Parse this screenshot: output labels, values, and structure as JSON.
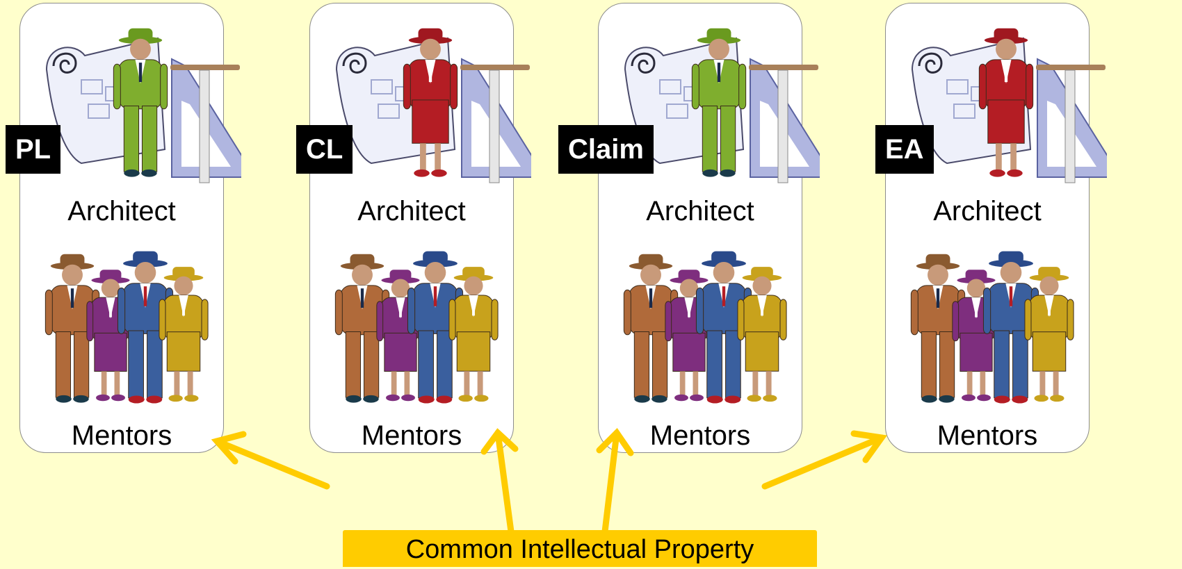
{
  "cards": [
    {
      "tag": "PL",
      "architect_label": "Architect",
      "mentors_label": "Mentors",
      "architect_suit": "#7fae2e",
      "architect_hat": "#6a9a1f"
    },
    {
      "tag": "CL",
      "architect_label": "Architect",
      "mentors_label": "Mentors",
      "architect_suit": "#b41d24",
      "architect_hat": "#a01820"
    },
    {
      "tag": "Claim",
      "architect_label": "Architect",
      "mentors_label": "Mentors",
      "architect_suit": "#7fae2e",
      "architect_hat": "#6a9a1f"
    },
    {
      "tag": "EA",
      "architect_label": "Architect",
      "mentors_label": "Mentors",
      "architect_suit": "#b41d24",
      "architect_hat": "#a01820"
    }
  ],
  "common_ip_label": "Common Intellectual Property",
  "colors": {
    "background": "#ffffcc",
    "arrow": "#ffcc00",
    "tag_bg": "#000000",
    "mentor_suits": [
      "#b06a3a",
      "#7e2e7e",
      "#3a5f9e",
      "#c8a21c"
    ]
  }
}
